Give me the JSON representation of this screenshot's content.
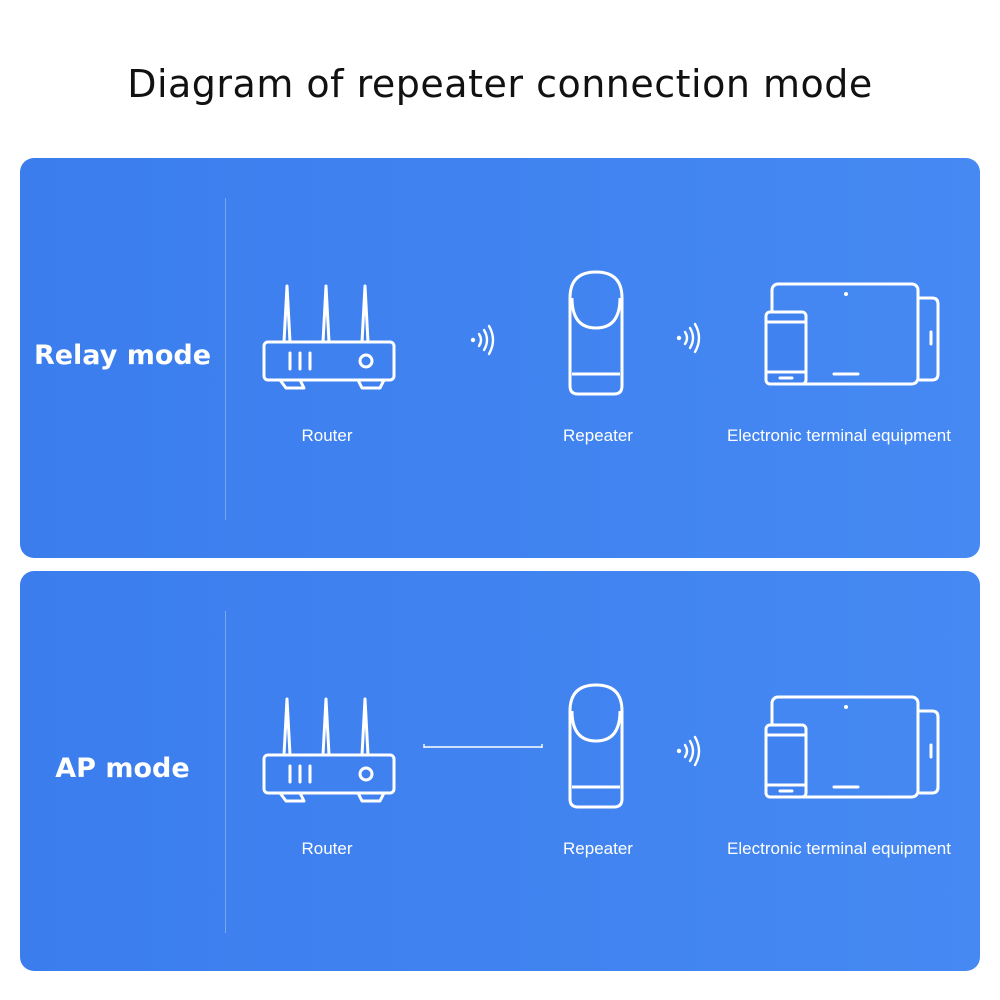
{
  "title": "Diagram of repeater connection mode",
  "colors": {
    "panel_blue": "#4083f0",
    "text": "#111111",
    "icon_stroke": "#ffffff"
  },
  "panels": [
    {
      "mode": "Relay mode",
      "router_label": "Router",
      "repeater_label": "Repeater",
      "terminal_label": "Electronic terminal equipment",
      "router_link": "wireless",
      "terminal_link": "wireless"
    },
    {
      "mode": "AP mode",
      "router_label": "Router",
      "repeater_label": "Repeater",
      "terminal_label": "Electronic terminal equipment",
      "router_link": "wired",
      "terminal_link": "wireless"
    }
  ],
  "icons": {
    "router": "router-icon",
    "repeater": "repeater-icon",
    "terminal": "tablet-phone-icon",
    "wireless": "wifi-signal-icon",
    "wired": "cable-line"
  }
}
